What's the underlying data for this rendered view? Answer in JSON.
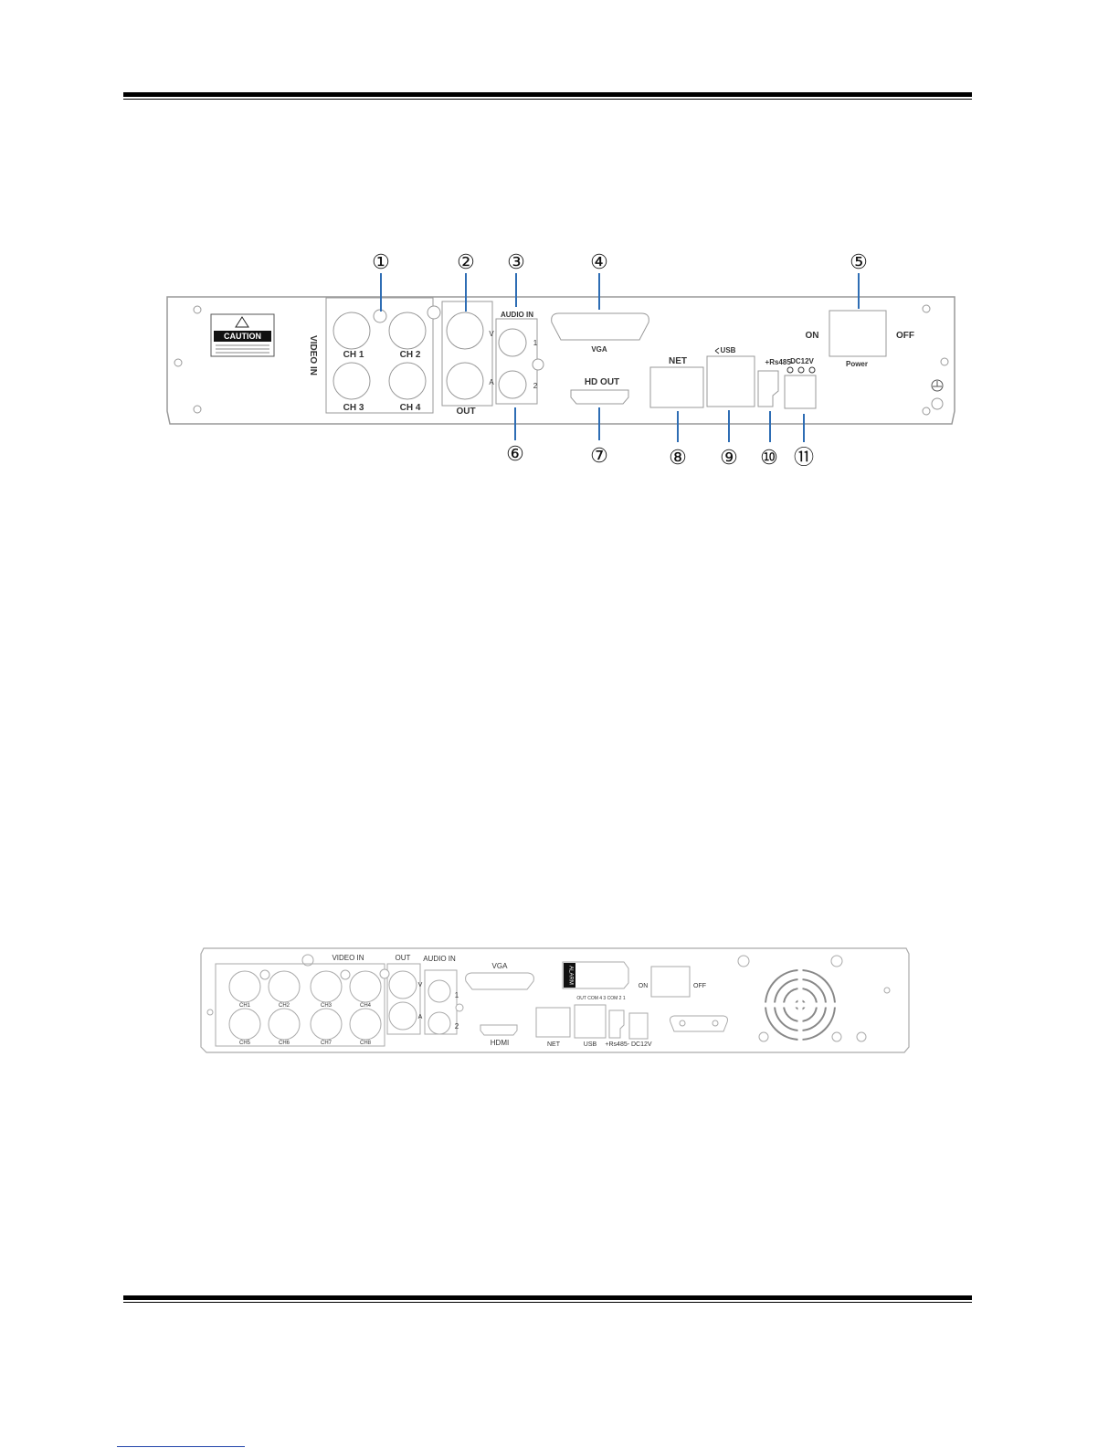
{
  "panel1": {
    "caution": "CAUTION",
    "video_in": "VIDEO IN",
    "ch": [
      "CH 1",
      "CH 2",
      "CH 3",
      "CH 4"
    ],
    "out": "OUT",
    "v": "V",
    "a": "A",
    "audio_in": "AUDIO IN",
    "audio_nums": [
      "1",
      "2"
    ],
    "vga": "VGA",
    "hd_out": "HD OUT",
    "net": "NET",
    "usb": "USB",
    "rs485": "+Rs485-",
    "dc12v": "DC12V",
    "on": "ON",
    "off": "OFF",
    "power": "Power",
    "callouts": [
      "①",
      "②",
      "③",
      "④",
      "⑤",
      "⑥",
      "⑦",
      "⑧",
      "⑨",
      "⑩",
      "⑪"
    ]
  },
  "panel2": {
    "video_in": "VIDEO IN",
    "ch": [
      "CH1",
      "CH2",
      "CH3",
      "CH4",
      "CH5",
      "CH6",
      "CH7",
      "CH8"
    ],
    "out": "OUT",
    "v": "V",
    "a": "A",
    "audio_in": "AUDIO IN",
    "audio_nums": [
      "1",
      "2"
    ],
    "vga": "VGA",
    "hdmi": "HDMI",
    "net": "NET",
    "usb": "USB",
    "rs485_dc": "+Rs485- DC12V",
    "alarm": "ALARM",
    "alarm_pins": "OUT COM 4 3 COM 2 1",
    "on": "ON",
    "off": "OFF"
  }
}
